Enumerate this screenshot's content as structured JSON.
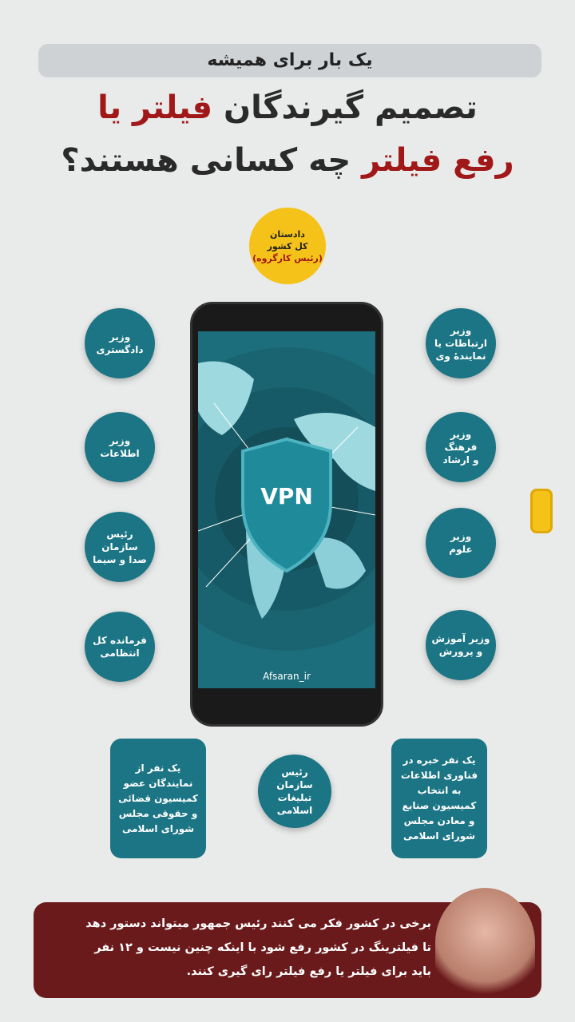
{
  "header": {
    "kicker": "یک بار برای همیشه",
    "title_line1_dark": "تصمیم گیرندگان",
    "title_line1_red": "فیلتر یا",
    "title_line2_red": "رفع فیلتر",
    "title_line2_dark": "چه کسانی هستند؟"
  },
  "head_node": {
    "line1": "دادستان",
    "line2": "کل کشور",
    "line3": "(رئیس کارگروه)"
  },
  "left_nodes": [
    "وزیر\nدادگستری",
    "وزیر\nاطلاعات",
    "رئیس\nسازمان\nصدا و سیما",
    "فرمانده کل\nانتظامی"
  ],
  "right_nodes": [
    "وزیر\nارتباطات یا\nنمایندهٔ وی",
    "وزیر\nفرهنگ\nو ارشاد",
    "وزیر\nعلوم",
    "وزیر آموزش\nو پرورش"
  ],
  "bottom_nodes": {
    "left_box": "یک نفر از\nنمایندگان عضو\nکمیسیون قضائی\nو حقوقی مجلس\nشورای اسلامی",
    "center_circle": "رئیس سازمان\nتبلیغات\nاسلامی",
    "right_box": "یک نفر خبره در\nفناوری اطلاعات\nبه انتخاب\nکمیسیون صنایع\nو معادن مجلس\nشورای اسلامی"
  },
  "phone": {
    "shield_label": "VPN",
    "watermark": "Afsaran_ir"
  },
  "quote": "برخی در کشور فکر می کنند رئیس جمهور میتواند دستور دهد\nتا فیلترینگ در کشور رفع شود با اینکه چنین نیست و ۱۲ نفر\nباید برای فیلتر یا رفع فیلتر رای گیری کنند.",
  "colors": {
    "teal": "#1b7584",
    "red": "#a01818",
    "banner": "#6b1a1c",
    "yellow": "#f5c21a"
  }
}
